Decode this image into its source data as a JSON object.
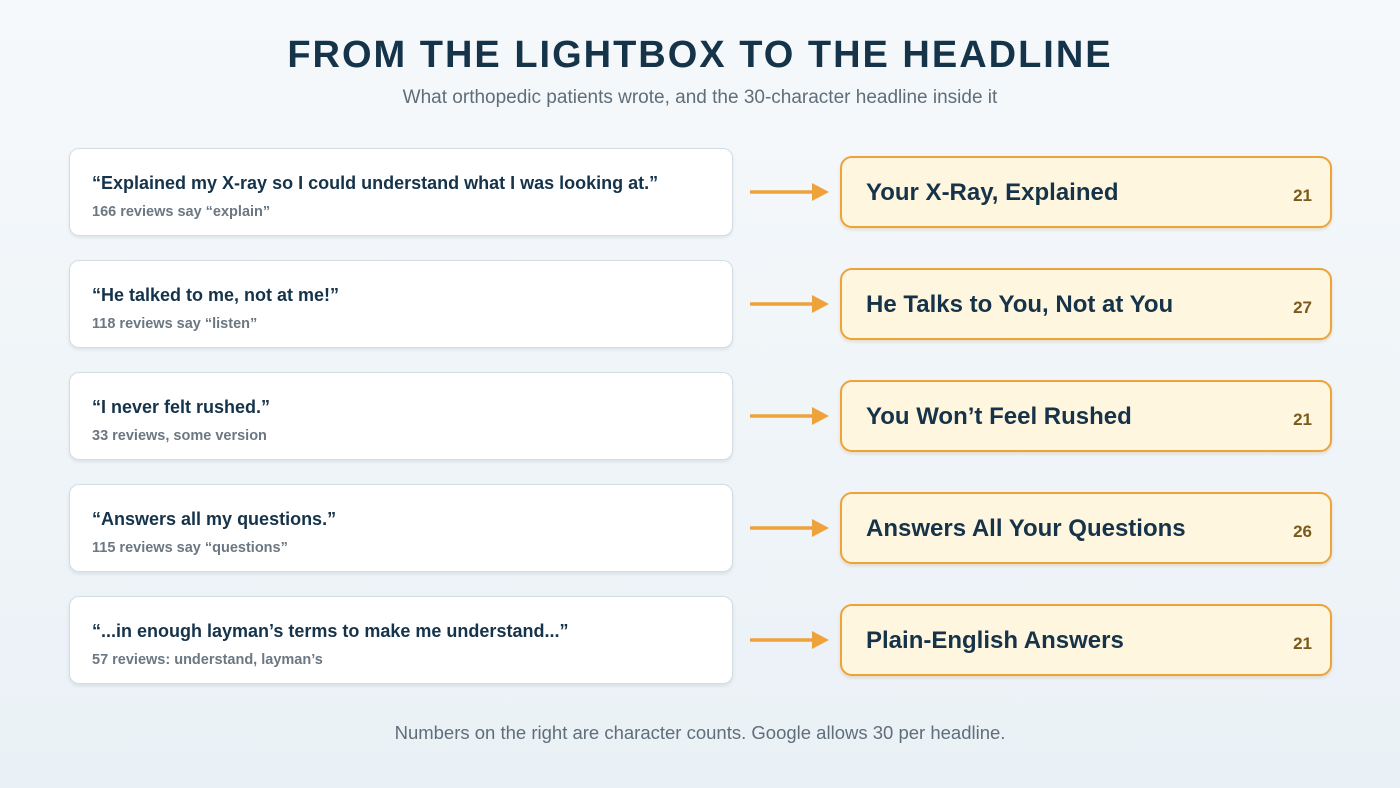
{
  "title": "FROM THE LIGHTBOX TO THE HEADLINE",
  "subtitle": "What orthopedic patients wrote, and the 30-character headline inside it",
  "rows": [
    {
      "quote": "“Explained my X-ray so I could understand what I was looking at.”",
      "note": "166 reviews say “explain”",
      "headline": "Your X-Ray, Explained",
      "count": "21"
    },
    {
      "quote": "“He talked to me, not at me!”",
      "note": "118 reviews say “listen”",
      "headline": "He Talks to You, Not at You",
      "count": "27"
    },
    {
      "quote": "“I never felt rushed.”",
      "note": "33 reviews, some version",
      "headline": "You Won’t Feel Rushed",
      "count": "21"
    },
    {
      "quote": "“Answers all my questions.”",
      "note": "115 reviews say “questions”",
      "headline": "Answers All Your Questions",
      "count": "26"
    },
    {
      "quote": "“...in enough layman’s terms to make me understand...”",
      "note": "57 reviews: understand, layman’s",
      "headline": "Plain-English Answers",
      "count": "21"
    }
  ],
  "footer": "Numbers on the right are character counts. Google allows 30 per headline.",
  "colors": {
    "title": "#153349",
    "accent": "#eea23a",
    "headline_fill": "#fff6df",
    "card_border": "#d3dde4"
  },
  "icons": {
    "connector": "right-arrow-icon"
  }
}
